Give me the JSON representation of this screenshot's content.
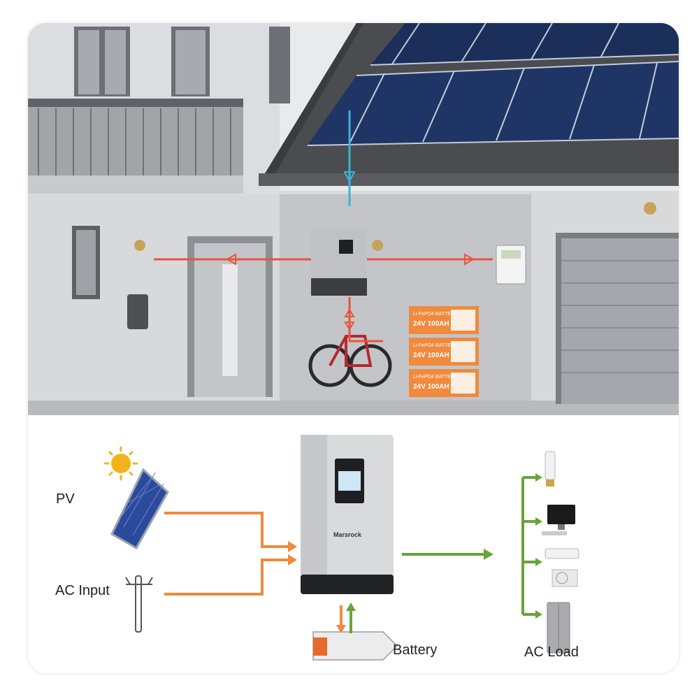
{
  "scene": {
    "battery_module_label": "Li-FePO4 BATTERY",
    "battery_module_rating": "24V 100AH"
  },
  "diagram": {
    "pv_label": "PV",
    "ac_input_label": "AC Input",
    "battery_label": "Battery",
    "ac_load_label": "AC Load",
    "inverter_brand": "Marsrock"
  },
  "colors": {
    "pv_flow": "#f08a3c",
    "load_flow": "#6aa33a",
    "scene_ac_line": "#e8543c",
    "scene_pv_line": "#3bb4d8"
  },
  "icons": [
    "sun-icon",
    "solar-panel-icon",
    "utility-pole-icon",
    "inverter-icon",
    "battery-icon",
    "led-bulb-icon",
    "computer-monitor-icon",
    "air-conditioner-icon",
    "refrigerator-icon"
  ]
}
